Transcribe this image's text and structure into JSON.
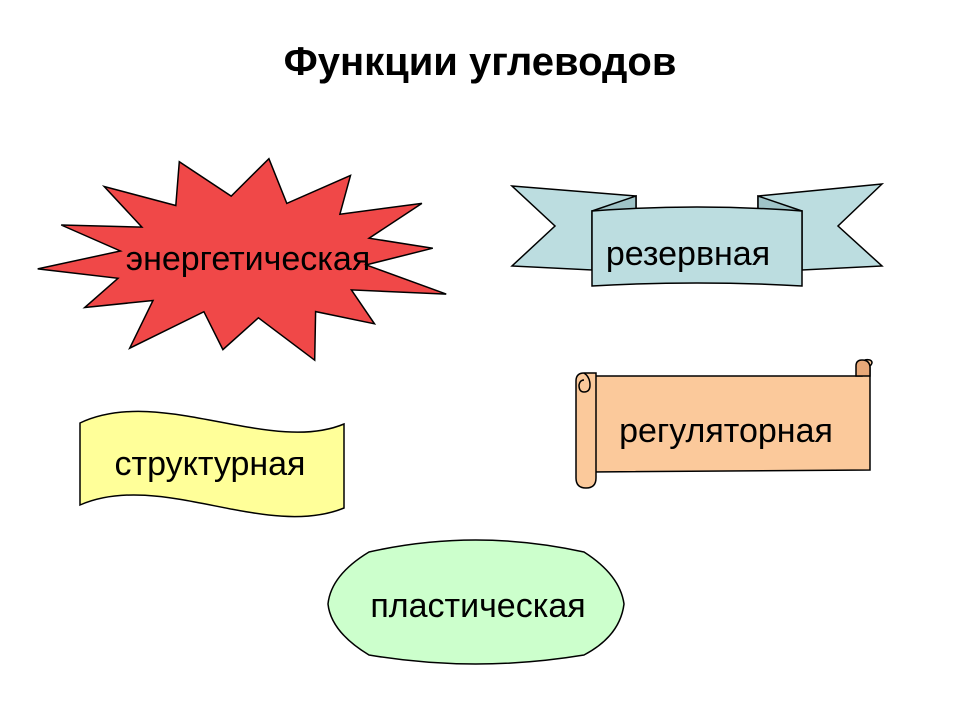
{
  "slide": {
    "title": "Функции углеводов"
  },
  "shapes": {
    "energetic": {
      "label": "энергетическая",
      "fill": "#f04848",
      "icon": "explosion-burst-icon"
    },
    "reserve": {
      "label": "резервная",
      "fill": "#bcdde0",
      "icon": "ribbon-banner-icon"
    },
    "structural": {
      "label": "структурная",
      "fill": "#ffff99",
      "icon": "wave-banner-icon"
    },
    "regulatory": {
      "label": "регуляторная",
      "fill": "#fbc99b",
      "icon": "horizontal-scroll-icon"
    },
    "plastic": {
      "label": "пластическая",
      "fill": "#ccffcc",
      "icon": "octagon-icon"
    }
  }
}
